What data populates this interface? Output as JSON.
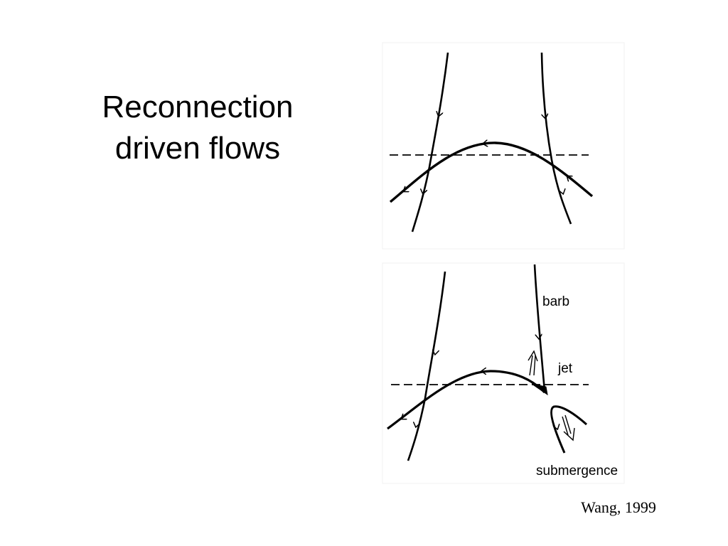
{
  "slide": {
    "title_line1": "Reconnection",
    "title_line2": "driven flows",
    "citation": "Wang, 1999"
  },
  "figure": {
    "label_barb": "barb",
    "label_jet": "jet",
    "label_submergence": "submergence"
  }
}
